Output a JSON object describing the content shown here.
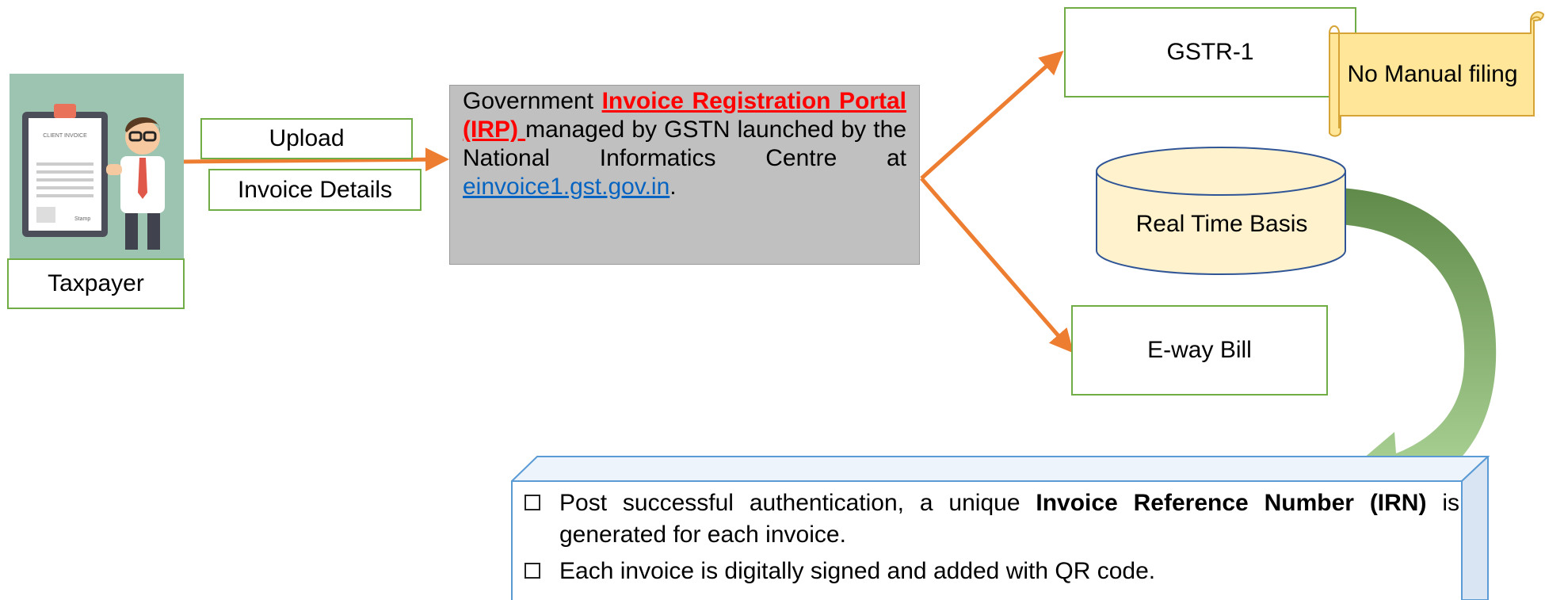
{
  "taxpayer": {
    "label": "Taxpayer",
    "doc_title": "CLIENT INVOICE",
    "signature": "Stamp"
  },
  "upload": {
    "line1": "Upload",
    "line2": "Invoice Details"
  },
  "portal": {
    "t1": "Government ",
    "t2": "Invoice Registration Portal (IRP) ",
    "t3": "managed by GSTN launched by the National Informatics Centre at ",
    "link": "einvoice1.gst.gov.in",
    "t4": "."
  },
  "outputs": {
    "gstr": "GSTR-1",
    "ewaybill": "E-way Bill",
    "realtime": "Real Time Basis"
  },
  "note": {
    "text": "No Manual filing"
  },
  "info": {
    "item1_a": "Post successful authentication, a unique ",
    "item1_b": "Invoice Reference Number (IRN)",
    "item1_c": " is generated for each invoice.",
    "item2": "Each invoice is digitally signed and added with QR code."
  },
  "colors": {
    "arrow": "#ed7d31",
    "box_border": "#70ad47",
    "portal_bg": "#c0c0c0",
    "link": "#0563c1",
    "highlight": "#ff0000",
    "scroll": "#ffe699",
    "cylinder": "#fff2cc",
    "cylinder_border": "#2f5597",
    "curve_arrow": "#7fae5a",
    "info_border": "#5b9bd5"
  }
}
